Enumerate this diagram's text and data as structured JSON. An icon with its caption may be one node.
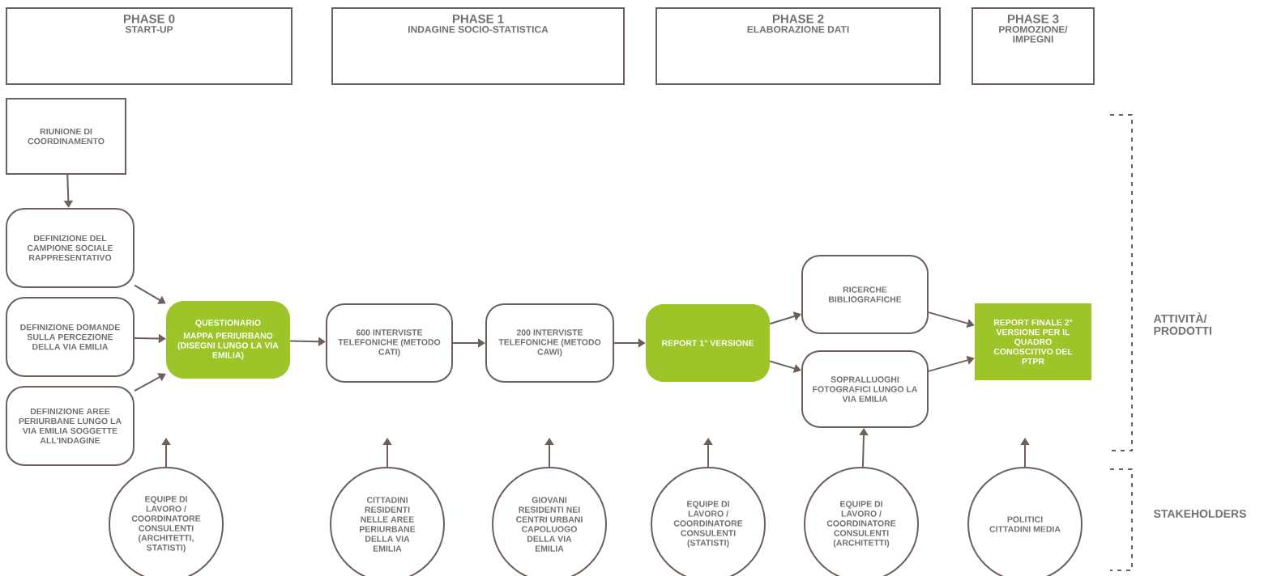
{
  "diagram": {
    "nodes": [
      {
        "text": [
          "PHASE 0",
          "START-UP"
        ]
      },
      {
        "text": [
          "PHASE 1",
          "INDAGINE SOCIO-STATISTICA"
        ]
      },
      {
        "text": [
          "PHASE 2",
          "ELABORAZIONE DATI"
        ]
      },
      {
        "text": [
          "PHASE 3",
          "PROMOZIONE/ IMPEGNI"
        ]
      },
      {
        "text": [
          "RIUNIONE DI COORDINAMENTO"
        ]
      },
      {
        "text": [
          "DEFINIZIONE DEL CAMPIONE SOCIALE RAPPRESENTATIVO"
        ]
      },
      {
        "text": [
          "DEFINIZIONE DOMANDE SULLA PERCEZIONE DELLA VIA EMILIA"
        ]
      },
      {
        "text": [
          "DEFINIZIONE AREE PERIURBANE LUNGO LA VIA EMILIA SOGGETTE ALL'INDAGINE"
        ]
      },
      {
        "text": [
          "QUESTIONARIO",
          "MAPPA PERIURBANO (DISEGNI LUNGO LA VIA EMILIA)"
        ]
      },
      {
        "text": [
          "600 INTERVISTE TELEFONICHE (METODO CATI)"
        ]
      },
      {
        "text": [
          "200 INTERVISTE TELEFONICHE (METODO CAWI)"
        ]
      },
      {
        "text": [
          "REPORT 1° VERSIONE"
        ]
      },
      {
        "text": [
          "RICERCHE BIBLIOGRAFICHE"
        ]
      },
      {
        "text": [
          "SOPRALLUOGHI FOTOGRAFICI LUNGO LA VIA EMILIA"
        ]
      },
      {
        "text": [
          "REPORT FINALE 2° VERSIONE PER IL QUADRO CONOSCITIVO DEL PTPR"
        ]
      },
      {
        "text": [
          "EQUIPE DI LAVORO / COORDINATORE CONSULENTI (ARCHITETTI, STATISTI)"
        ]
      },
      {
        "text": [
          "CITTADINI RESIDENTI NELLE AREE PERIURBANE DELLA VIA EMILIA"
        ]
      },
      {
        "text": [
          "GIOVANI RESIDENTI NEI CENTRI URBANI CAPOLUOGO DELLA VIA EMILIA"
        ]
      },
      {
        "text": [
          "EQUIPE DI LAVORO / COORDINATORE CONSULENTI (STATISTI)"
        ]
      },
      {
        "text": [
          "EQUIPE DI LAVORO / COORDINATORE CONSULENTI (ARCHITETTI)"
        ]
      },
      {
        "text": [
          "POLITICI CITTADINI MEDIA"
        ]
      }
    ],
    "edges": [
      {
        "from": 4,
        "to": 5,
        "arrow": "to"
      },
      {
        "from": 5,
        "to": 8,
        "arrow": "to"
      },
      {
        "from": 6,
        "to": 8,
        "arrow": "to"
      },
      {
        "from": 7,
        "to": 8,
        "arrow": "to"
      },
      {
        "from": 8,
        "to": 9,
        "arrow": "to"
      },
      {
        "from": 9,
        "to": 10,
        "arrow": "to"
      },
      {
        "from": 10,
        "to": 11,
        "arrow": "to"
      },
      {
        "from": 11,
        "to": 12,
        "arrow": "to"
      },
      {
        "from": 11,
        "to": 13,
        "arrow": "to"
      },
      {
        "from": 12,
        "to": 14,
        "arrow": "to"
      },
      {
        "from": 13,
        "to": 14,
        "arrow": "to"
      },
      {
        "from": 15,
        "to": null,
        "arrow": "to"
      },
      {
        "from": 16,
        "to": null,
        "arrow": "to"
      },
      {
        "from": 17,
        "to": null,
        "arrow": "to"
      },
      {
        "from": 18,
        "to": null,
        "arrow": "to"
      },
      {
        "from": 19,
        "to": 13,
        "arrow": "to"
      },
      {
        "from": 20,
        "to": null,
        "arrow": "to"
      }
    ],
    "labels": [
      "ATTIVITÀ/ PRODOTTI",
      "STAKEHOLDERS"
    ]
  }
}
